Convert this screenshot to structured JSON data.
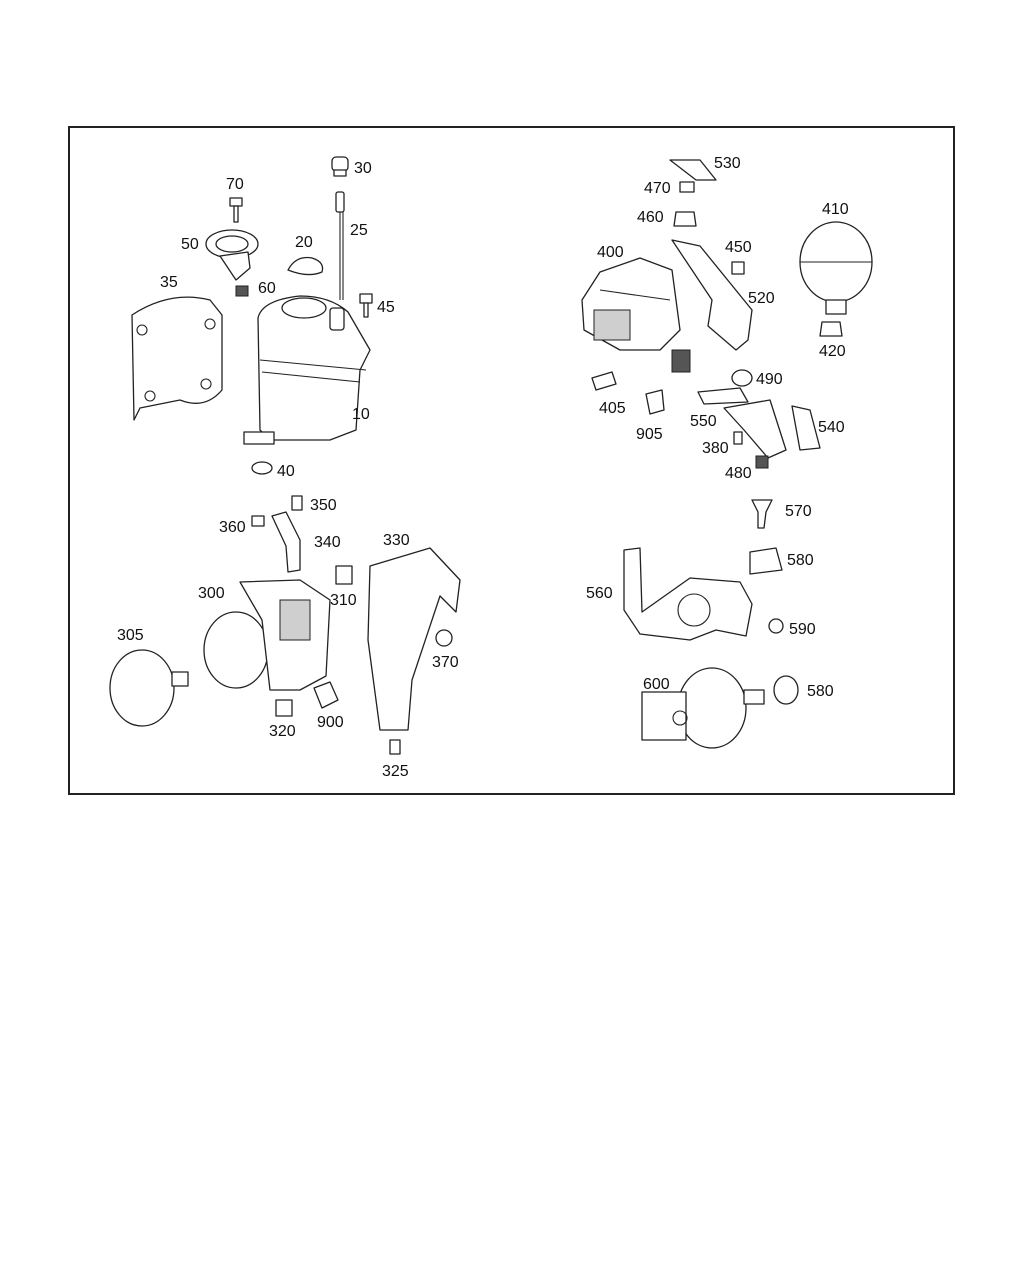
{
  "callouts": [
    {
      "id": "c30",
      "text": "30"
    },
    {
      "id": "c70",
      "text": "70"
    },
    {
      "id": "c25",
      "text": "25"
    },
    {
      "id": "c20",
      "text": "20"
    },
    {
      "id": "c50",
      "text": "50"
    },
    {
      "id": "c35",
      "text": "35"
    },
    {
      "id": "c60",
      "text": "60"
    },
    {
      "id": "c45",
      "text": "45"
    },
    {
      "id": "c10",
      "text": "10"
    },
    {
      "id": "c40",
      "text": "40"
    },
    {
      "id": "c530",
      "text": "530"
    },
    {
      "id": "c470",
      "text": "470"
    },
    {
      "id": "c460",
      "text": "460"
    },
    {
      "id": "c410",
      "text": "410"
    },
    {
      "id": "c400",
      "text": "400"
    },
    {
      "id": "c450",
      "text": "450"
    },
    {
      "id": "c520",
      "text": "520"
    },
    {
      "id": "c420",
      "text": "420"
    },
    {
      "id": "c490",
      "text": "490"
    },
    {
      "id": "c405",
      "text": "405"
    },
    {
      "id": "c550",
      "text": "550"
    },
    {
      "id": "c540",
      "text": "540"
    },
    {
      "id": "c905",
      "text": "905"
    },
    {
      "id": "c380",
      "text": "380"
    },
    {
      "id": "c480",
      "text": "480"
    },
    {
      "id": "c350",
      "text": "350"
    },
    {
      "id": "c360",
      "text": "360"
    },
    {
      "id": "c340",
      "text": "340"
    },
    {
      "id": "c330",
      "text": "330"
    },
    {
      "id": "c300",
      "text": "300"
    },
    {
      "id": "c310",
      "text": "310"
    },
    {
      "id": "c305",
      "text": "305"
    },
    {
      "id": "c370",
      "text": "370"
    },
    {
      "id": "c900",
      "text": "900"
    },
    {
      "id": "c320",
      "text": "320"
    },
    {
      "id": "c325",
      "text": "325"
    },
    {
      "id": "c570",
      "text": "570"
    },
    {
      "id": "c580a",
      "text": "580"
    },
    {
      "id": "c560",
      "text": "560"
    },
    {
      "id": "c590",
      "text": "590"
    },
    {
      "id": "c600",
      "text": "600"
    },
    {
      "id": "c580b",
      "text": "580"
    }
  ]
}
